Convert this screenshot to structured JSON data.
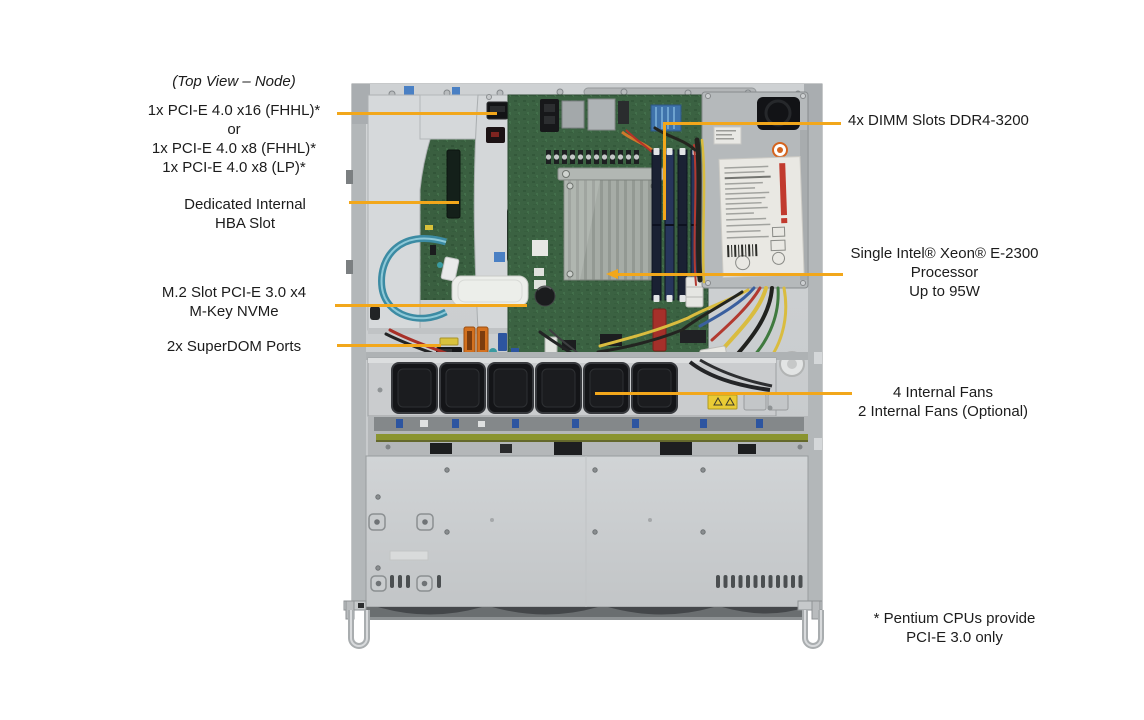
{
  "diagram": {
    "view_caption": "(Top View – Node)",
    "callouts": {
      "pcie_slots": {
        "lines": [
          "1x PCI-E 4.0 x16 (FHHL)*",
          "or",
          "1x PCI-E 4.0 x8 (FHHL)*",
          "1x PCI-E 4.0 x8 (LP)*"
        ]
      },
      "hba_slot": {
        "lines": [
          "Dedicated Internal",
          "HBA Slot"
        ]
      },
      "m2_slot": {
        "lines": [
          "M.2 Slot PCI-E 3.0 x4",
          "M-Key NVMe"
        ]
      },
      "superdom": {
        "lines": [
          "2x SuperDOM Ports"
        ]
      },
      "dimm": {
        "lines": [
          "4x DIMM Slots DDR4-3200"
        ]
      },
      "cpu": {
        "lines": [
          "Single Intel® Xeon® E-2300",
          "Processor",
          "Up to 95W"
        ]
      },
      "fans": {
        "lines": [
          "4 Internal Fans",
          "2 Internal Fans (Optional)"
        ]
      },
      "footnote": {
        "lines": [
          "* Pentium CPUs provide",
          "PCI-E 3.0 only"
        ]
      }
    },
    "colors": {
      "callout_line": "#F2A71B",
      "label_text": "#1C1C1C",
      "background": "#FFFFFF"
    }
  }
}
